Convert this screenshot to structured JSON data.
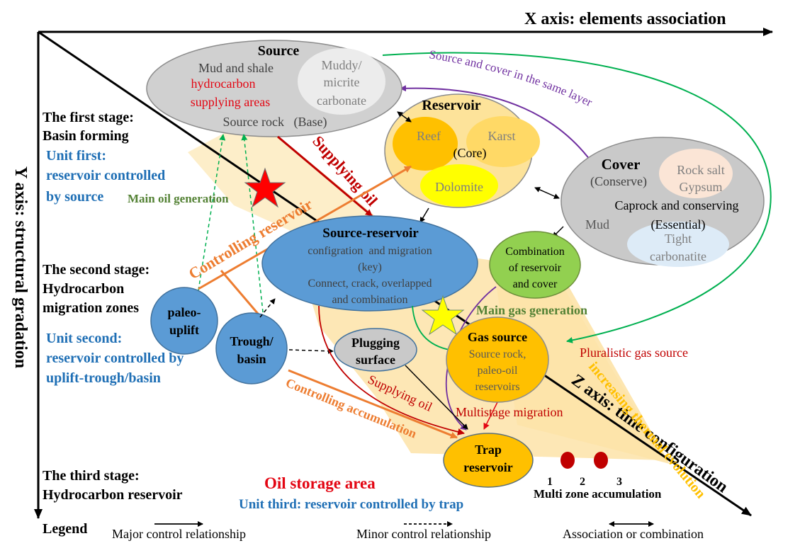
{
  "axes": {
    "x_label": "X axis: elements association",
    "y_label": "Y axis: structural gradation",
    "z_label": "Z axis: time configuration"
  },
  "stages": [
    {
      "title": "The first stage:",
      "subtitle": "Basin forming",
      "unit_lines": [
        "Unit first:",
        "reservoir controlled",
        "by source"
      ]
    },
    {
      "title": "The second stage:",
      "subtitle_lines": [
        "Hydrocarbon",
        "migration zones"
      ],
      "unit_lines": [
        "Unit second:",
        "reservoir controlled by",
        "uplift-trough/basin"
      ]
    },
    {
      "title": "The third stage:",
      "subtitle": "Hydrocarbon reservoir",
      "unit_line": "Unit third: reservoir controlled by trap"
    }
  ],
  "nodes": {
    "source": {
      "title": "Source",
      "line1": "Mud and shale",
      "red1": "hydrocarbon",
      "red2": "supplying areas",
      "sub_lines": [
        "Muddy/",
        "micrite",
        "carbonate"
      ],
      "footer": "Source rock   (Base)"
    },
    "reservoir": {
      "title": "Reservoir",
      "reef": "Reef",
      "karst": "Karst",
      "core": "(Core)",
      "dolomite": "Dolomite"
    },
    "cover": {
      "title": "Cover",
      "conserve": "(Conserve)",
      "salt_lines": [
        "Rock salt",
        "Gypsum"
      ],
      "main": "Caprock and conserving",
      "mud": "Mud",
      "essential": "(Essential)",
      "tight_lines": [
        "Tight",
        "carbonatite"
      ]
    },
    "source_reservoir": {
      "title": "Source-reservoir",
      "lines": [
        "configration  and migration",
        "(key)",
        "Connect, crack, overlapped",
        "and combination"
      ]
    },
    "combination": {
      "lines": [
        "Combination",
        "of reservoir",
        "and cover"
      ]
    },
    "paleo_uplift": {
      "lines": [
        "paleo-",
        "uplift"
      ]
    },
    "trough": {
      "lines": [
        "Trough/",
        "basin"
      ]
    },
    "plugging": {
      "lines": [
        "Plugging",
        "surface"
      ]
    },
    "gas_source": {
      "title": "Gas source",
      "lines": [
        "Source rock,",
        "paleo-oil",
        "reservoirs"
      ]
    },
    "trap": {
      "lines": [
        "Trap",
        "reservoir"
      ]
    }
  },
  "annotations": {
    "supplying_oil_main": "Supplying oil",
    "controlling_reservoir": "Controlling reservoir",
    "source_cover_same_layer": "Source and cover in the same layer",
    "main_oil_generation": "Main oil generation",
    "main_gas_generation": "Main gas generation",
    "pluralistic_gas_source": "Pluralistic gas source",
    "increasing_thermal": "increasing thermal evolution",
    "supplying_oil_lower": "Supplying oil",
    "controlling_accumulation": "Controlling accumulation",
    "multistage_migration": "Multistage migration",
    "oil_storage_area": "Oil storage area",
    "multi_zone": "Multi zone accumulation",
    "zone_numbers": [
      "1",
      "2",
      "3"
    ]
  },
  "legend": {
    "title": "Legend",
    "major": "Major control relationship",
    "minor": "Minor control relationship",
    "association": "Association or combination"
  },
  "colors": {
    "blue_text": "#1f6fb5",
    "red_text": "#e30613",
    "dark_red": "#c00000",
    "green_text": "#548235",
    "orange": "#ed7d31",
    "purple": "#7030a0",
    "green_line": "#00b050",
    "blue_node": "#5b9bd5",
    "gold_node": "#ffc000",
    "grey_node": "#c9c9c9",
    "band": "#fde9b5"
  }
}
